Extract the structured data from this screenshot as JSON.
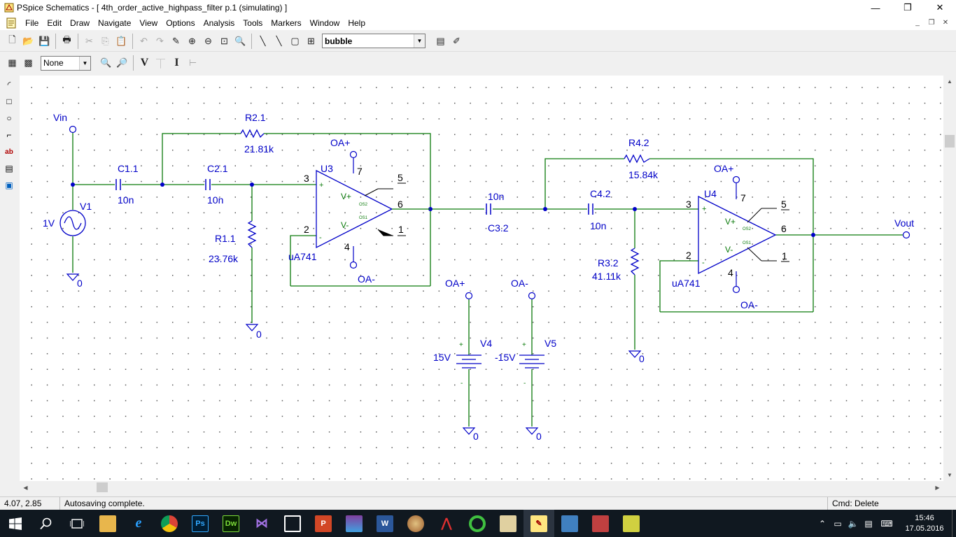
{
  "window": {
    "title": "PSpice Schematics - [ 4th_order_active_highpass_filter  p.1 (simulating)  ]",
    "minimize": "—",
    "maximize": "❐",
    "close": "✕"
  },
  "menu": [
    "File",
    "Edit",
    "Draw",
    "Navigate",
    "View",
    "Options",
    "Analysis",
    "Tools",
    "Markers",
    "Window",
    "Help"
  ],
  "toolbar": {
    "part_combo": "bubble",
    "net_combo": "None",
    "voltage_marker": "V",
    "current_marker": "I"
  },
  "schematic": {
    "nets": {
      "vin": "Vin",
      "vout": "Vout",
      "oa_plus": "OA+",
      "oa_minus": "OA-",
      "gnd": "0"
    },
    "parts": {
      "v1": {
        "ref": "V1",
        "value": "1V"
      },
      "c1_1": {
        "ref": "C1.1",
        "value": "10n"
      },
      "c2_1": {
        "ref": "C2.1",
        "value": "10n"
      },
      "r2_1": {
        "ref": "R2.1",
        "value": "21.81k"
      },
      "r1_1": {
        "ref": "R1.1",
        "value": "23.76k"
      },
      "u3": {
        "ref": "U3",
        "model": "uA741",
        "pins": {
          "p3": "3",
          "p2": "2",
          "p7": "7",
          "p4": "4",
          "p6": "6",
          "p5": "5",
          "p1": "1"
        },
        "vplus": "V+",
        "vminus": "V-",
        "os2": "OS2",
        "os1": "OS1",
        "plus": "+",
        "minus": "-"
      },
      "c3_2": {
        "ref": "C3.2",
        "value": "10n"
      },
      "c4_2": {
        "ref": "C4.2",
        "value": "10n"
      },
      "r4_2": {
        "ref": "R4.2",
        "value": "15.84k"
      },
      "r3_2": {
        "ref": "R3.2",
        "value": "41.11k"
      },
      "u4": {
        "ref": "U4",
        "model": "uA741",
        "pins": {
          "p3": "3",
          "p2": "2",
          "p7": "7",
          "p4": "4",
          "p6": "6",
          "p5": "5",
          "p1": "1"
        },
        "vplus": "V+",
        "vminus": "V-",
        "os2": "OS2",
        "os1": "OS1",
        "plus": "+",
        "minus": "-"
      },
      "v4": {
        "ref": "V4",
        "value": "15V",
        "plus": "+",
        "minus": "-"
      },
      "v5": {
        "ref": "V5",
        "value": "-15V",
        "plus": "+",
        "minus": "-"
      }
    }
  },
  "status": {
    "coords": "4.07,  2.85",
    "message": "Autosaving complete.",
    "command": "Cmd: Delete"
  },
  "taskbar": {
    "apps": [
      "Ps",
      "Dw",
      "P",
      "W"
    ],
    "time": "15:46",
    "date": "17.05.2016"
  },
  "colors": {
    "wire": "#0a7a0a",
    "part": "#0000c8",
    "text": "#0000c8",
    "pin": "#000000"
  }
}
